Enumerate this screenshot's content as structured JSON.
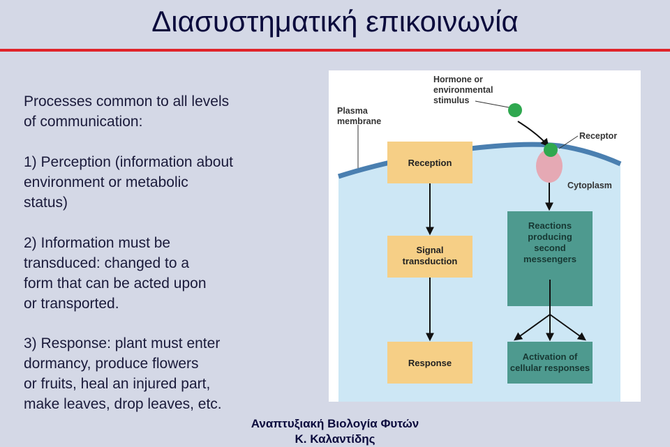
{
  "slide": {
    "title": "Διασυστηματική επικοινωνία",
    "intro": "Processes common to all levels\nof communication:",
    "point1": "1) Perception (information about\nenvironment or metabolic\nstatus)",
    "point2": "2) Information must be\ntransduced: changed to a\nform that can be acted upon\nor transported.",
    "point3": "3) Response: plant must enter\ndormancy, produce flowers\nor fruits, heal an injured part,\nmake leaves, drop leaves, etc.",
    "footer_line1": "Αναπτυξιακή Βιολογία Φυτών",
    "footer_line2": "Κ. Καλαντίδης"
  },
  "diagram": {
    "hormone_label_1": "Hormone or",
    "hormone_label_2": "environmental",
    "hormone_label_3": "stimulus",
    "plasma_label_1": "Plasma",
    "plasma_label_2": "membrane",
    "receptor_label": "Receptor",
    "cytoplasm_label": "Cytoplasm",
    "reception_box": "Reception",
    "signal_box_1": "Signal",
    "signal_box_2": "transduction",
    "response_box": "Response",
    "reactions_box_1": "Reactions",
    "reactions_box_2": "producing",
    "reactions_box_3": "second",
    "reactions_box_4": "messengers",
    "activation_box_1": "Activation of",
    "activation_box_2": "cellular responses",
    "colors": {
      "cytoplasm": "#cde7f5",
      "membrane": "#4a7fb0",
      "orange_box": "#f6cf86",
      "teal_box": "#4e9a8f",
      "ligand": "#2fa84f",
      "receptor": "#e5a9b4"
    }
  }
}
